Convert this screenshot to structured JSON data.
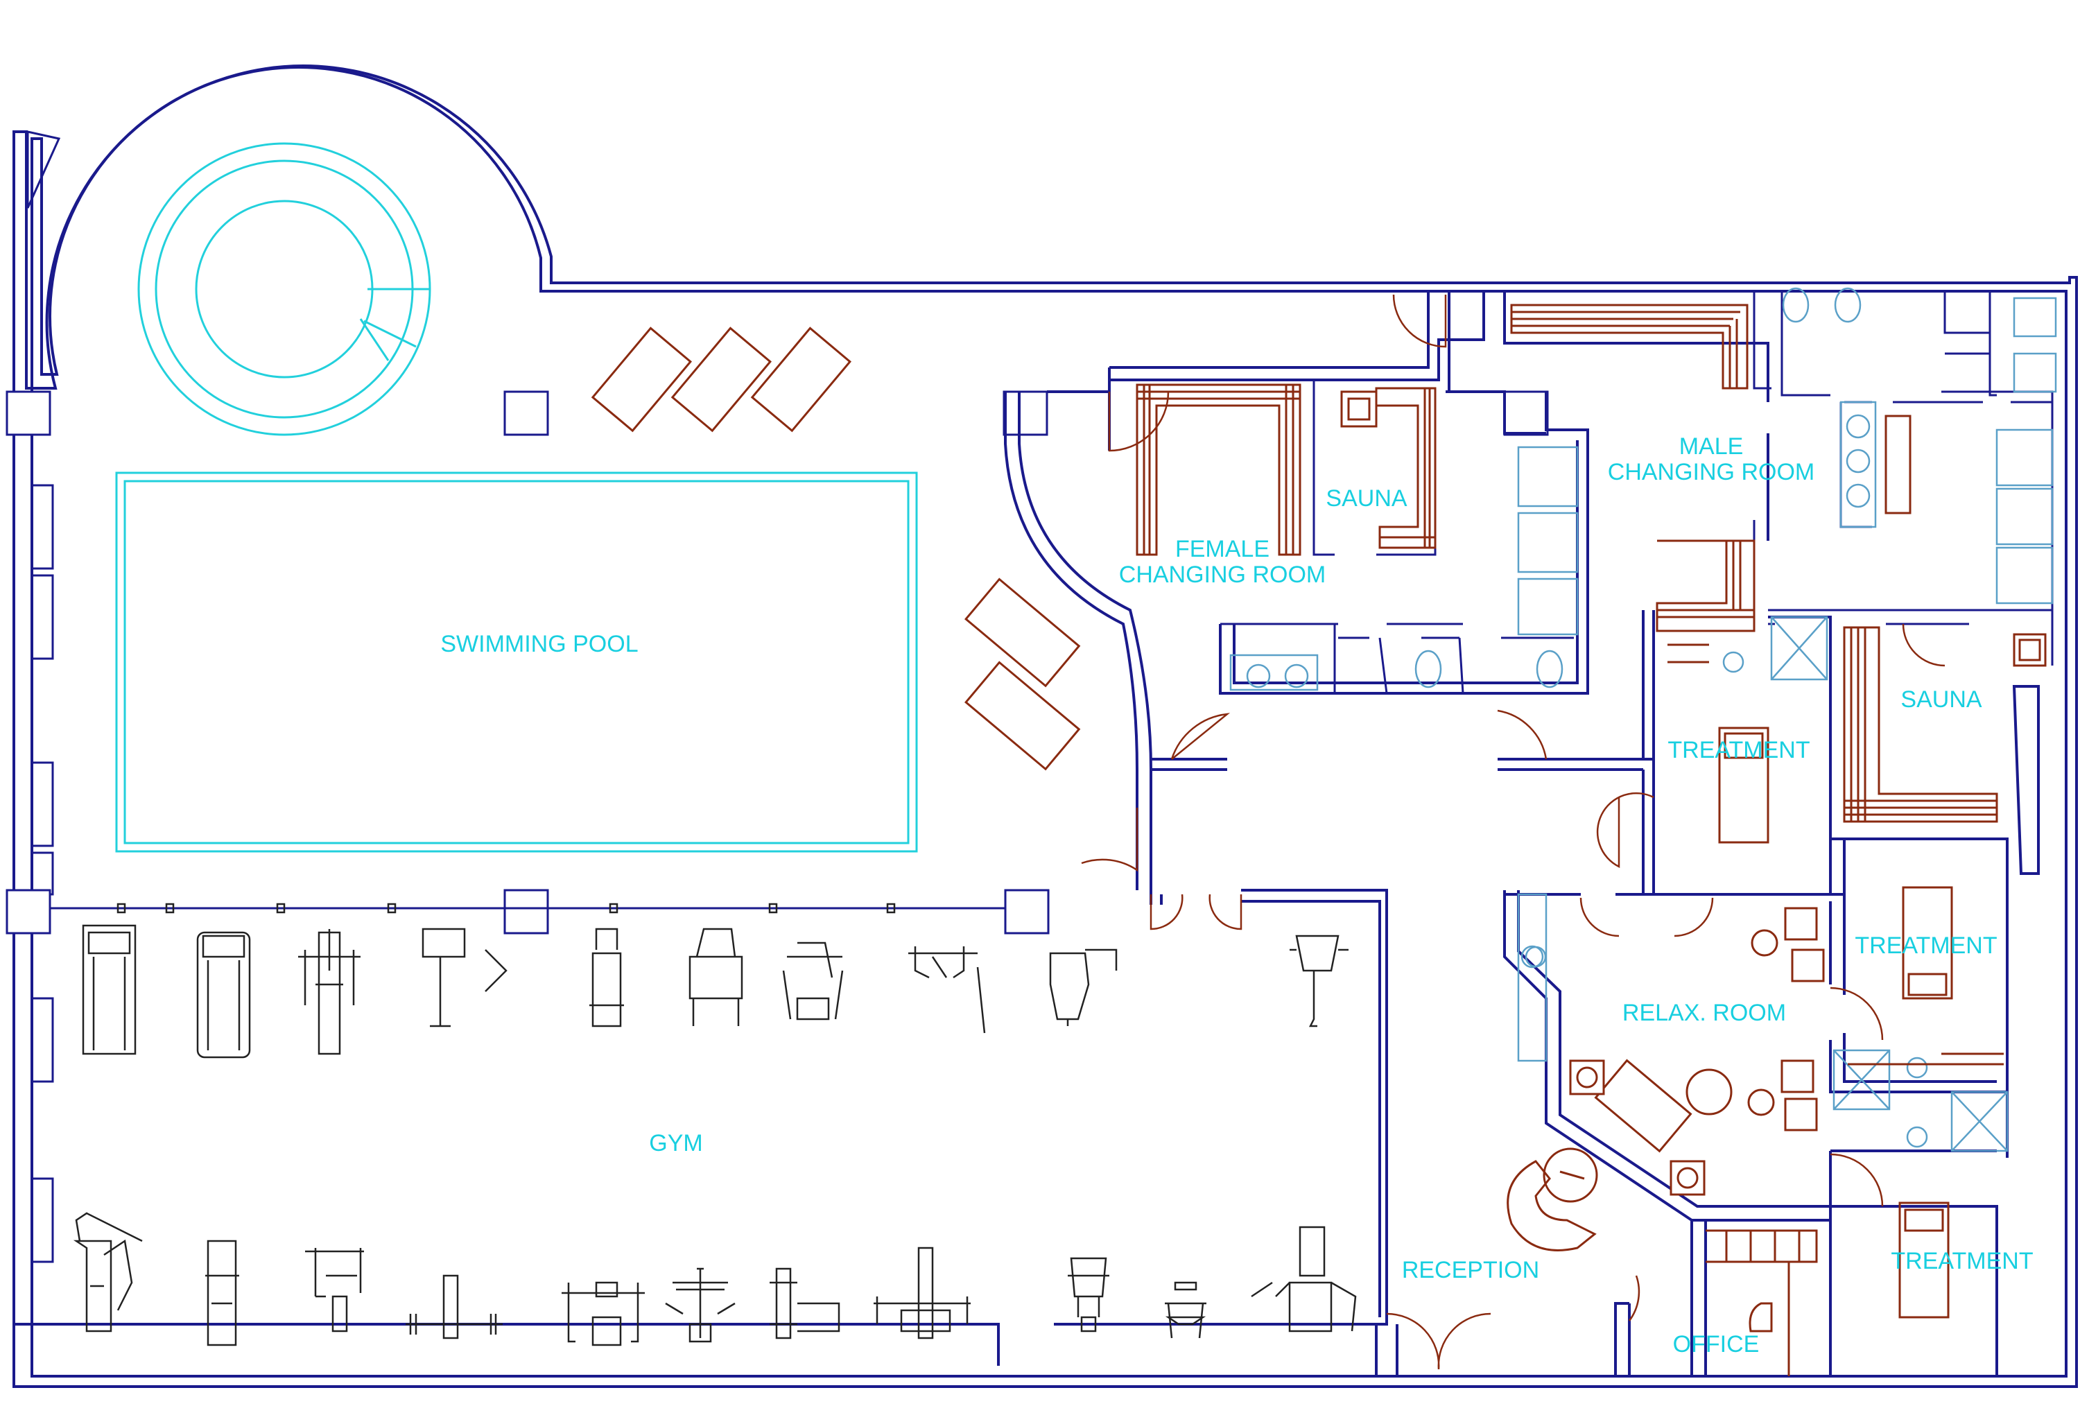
{
  "rooms": {
    "swimming_pool": "SWIMMING POOL",
    "female_changing_1": "FEMALE",
    "female_changing_2": "CHANGING ROOM",
    "sauna_female": "SAUNA",
    "male_changing_1": "MALE",
    "male_changing_2": "CHANGING ROOM",
    "sauna_male": "SAUNA",
    "treatment_1": "TREATMENT",
    "treatment_2": "TREATMENT",
    "treatment_3": "TREATMENT",
    "relax_room": "RELAX. ROOM",
    "gym": "GYM",
    "reception": "RECEPTION",
    "office": "OFFICE"
  },
  "colors": {
    "walls": "#1a1a8c",
    "labels": "#18cfe0",
    "pool_outline": "#22d0dc",
    "furniture": "#8a2a10",
    "fixtures": "#5aa0c8",
    "equipment": "#222222"
  }
}
